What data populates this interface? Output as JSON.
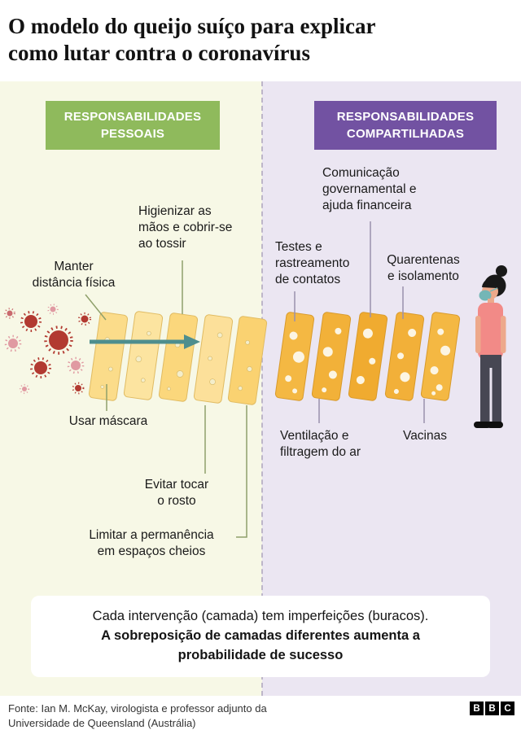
{
  "title": "O modelo do queijo suíço para explicar\ncomo lutar contra o coronavírus",
  "sections": {
    "personal": {
      "badge": "RESPONSABILIDADES\nPESSOAIS"
    },
    "shared": {
      "badge": "RESPONSABILIDADES\nCOMPARTILHADAS"
    }
  },
  "labels": {
    "manter": "Manter\ndistância física",
    "higienizar": "Higienizar as\nmãos e cobrir-se\nao tossir",
    "usar_mascara": "Usar máscara",
    "evitar": "Evitar tocar\no rosto",
    "limitar": "Limitar a permanência\nem espaços cheios",
    "comunicacao": "Comunicação\ngovernamental e\najuda financeira",
    "testes": "Testes e\nrastreamento\nde contatos",
    "quarentenas": "Quarentenas\ne isolamento",
    "ventilacao": "Ventilação e\nfiltragem do ar",
    "vacinas": "Vacinas"
  },
  "note": {
    "line1": "Cada intervenção (camada) tem imperfeições (buracos).",
    "line2": "A sobreposição de camadas diferentes aumenta a\nprobabilidade de sucesso"
  },
  "footer": {
    "source": "Fonte: Ian M. McKay, virologista e professor adjunto da\nUniversidade de Queensland (Austrália)",
    "logo_letters": [
      "B",
      "B",
      "C"
    ]
  },
  "colors": {
    "green": "#8fba5c",
    "purple": "#7252a2",
    "left_bg": "#f7f8e6",
    "right_bg": "#ebe6f2",
    "cheese_light": "#fbdc8a",
    "cheese_dark": "#f2b139",
    "virus_red": "#b23a31",
    "virus_pink": "#e09aa2",
    "arrow_teal": "#4e8e8e"
  }
}
